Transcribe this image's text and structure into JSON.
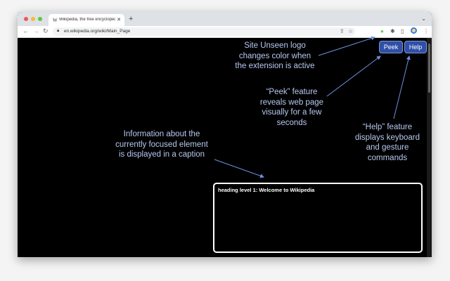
{
  "browser": {
    "tab_title": "Wikipedia, the free encyclopedia",
    "tab_favicon": "W",
    "url": "en.wikipedia.org/wiki/Main_Page",
    "extension_icon_color": "#6ac259"
  },
  "overlay": {
    "peek_label": "Peek",
    "help_label": "Help",
    "button_color": "#2f4fa8",
    "caption_text": "heading level 1: Welcome to Wikipedia"
  },
  "annotations": {
    "logo": [
      "Site Unseen logo",
      "changes color when",
      "the extension is active"
    ],
    "peek": [
      "“Peek” feature",
      "reveals web page",
      "visually for a few",
      "seconds"
    ],
    "help": [
      "“Help” feature",
      "displays keyboard",
      "and gesture",
      "commands"
    ],
    "caption": [
      "Information about the",
      "currently focused element",
      "is displayed in a caption"
    ],
    "text_color": "#b8c8f0",
    "arrow_color": "#6f8fe0"
  }
}
